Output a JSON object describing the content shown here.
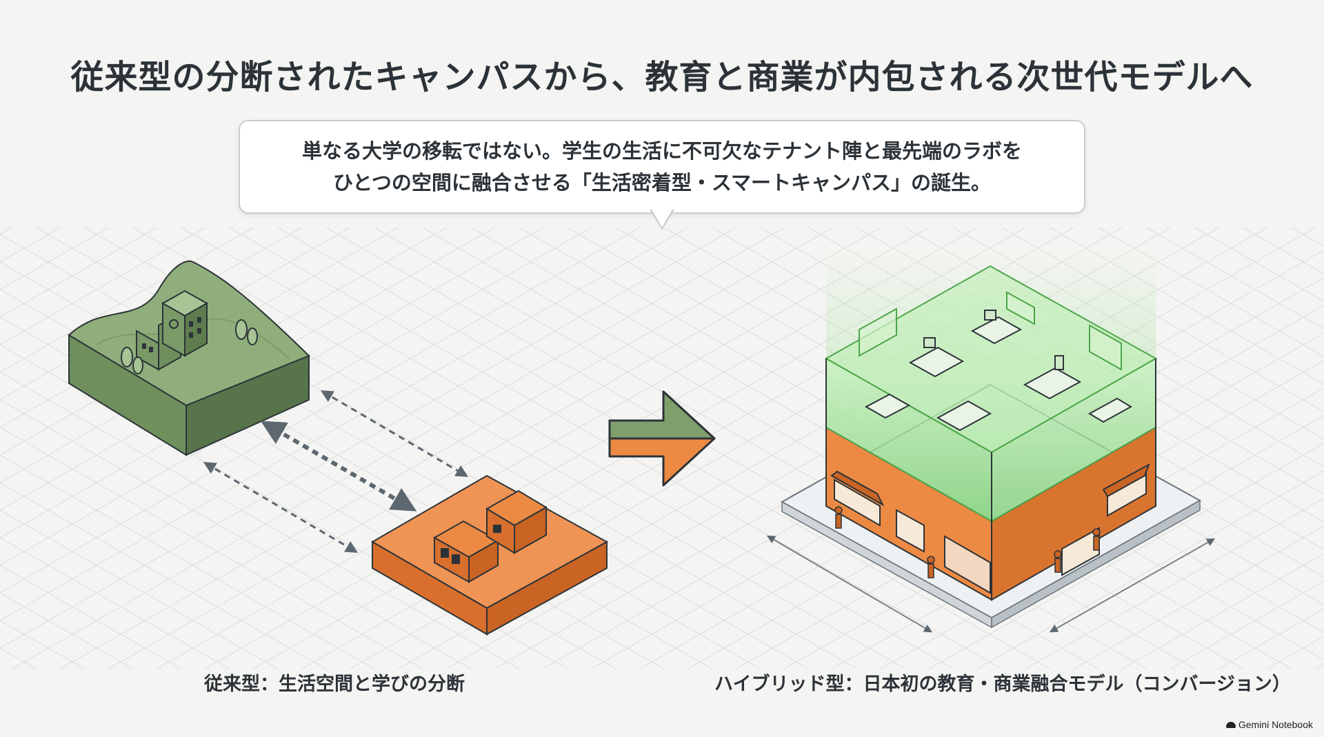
{
  "title": "従来型の分断されたキャンパスから、教育と商業が内包される次世代モデルへ",
  "callout": {
    "line1": "単なる大学の移転ではない。学生の生活に不可欠なテナント陣と最先端のラボを",
    "line2": "ひとつの空間に融合させる「生活密着型・スマートキャンパス」の誕生。"
  },
  "captions": {
    "left": "従来型：生活空間と学びの分断",
    "right": "ハイブリッド型：日本初の教育・商業融合モデル（コンバージョン）"
  },
  "brand": "Gemini Notebook",
  "colors": {
    "green": "#7f9f6c",
    "green_dark": "#5e7c4e",
    "orange": "#ec8a44",
    "orange_dark": "#c96424",
    "glass_green": "#7ed37a",
    "ink": "#2c3338",
    "arrow_dash": "#5c6770"
  }
}
